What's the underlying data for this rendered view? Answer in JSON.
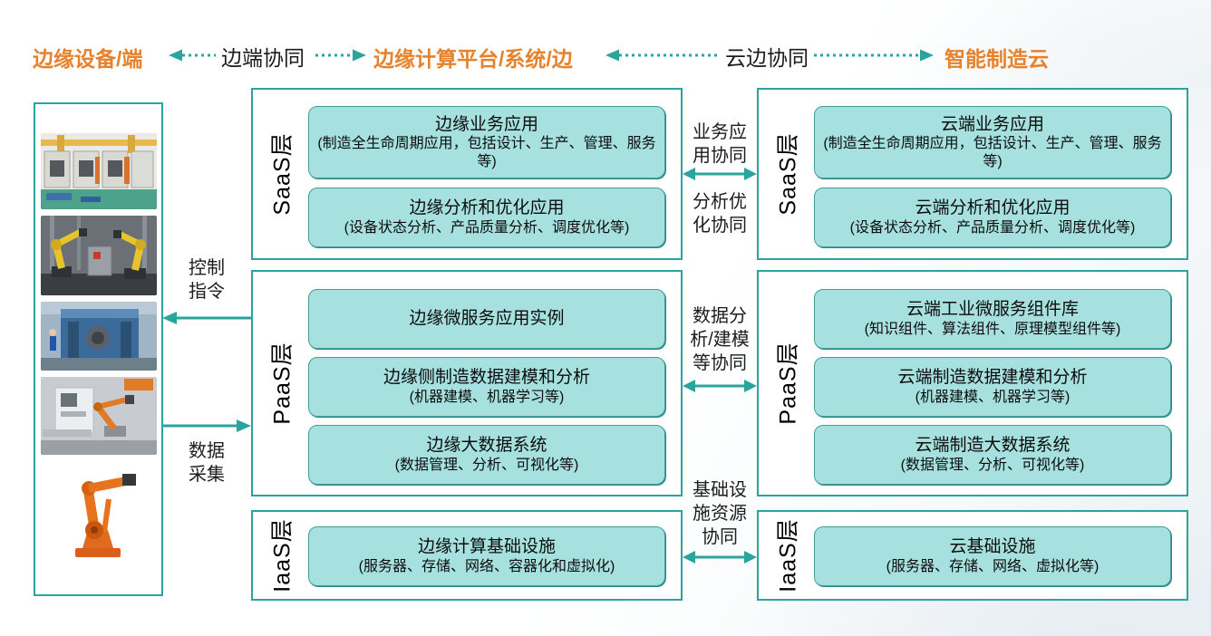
{
  "palette": {
    "teal": "#2ba49e",
    "box_fill": "#a6e1e0",
    "box_border": "#3f9e99",
    "orange": "#e7822c",
    "text": "#1c1c1c"
  },
  "header": {
    "device_title": "边缘设备/端",
    "edge_synergy_label": "边端协同",
    "platform_title": "边缘计算平台/系统/边",
    "cloud_synergy_label": "云边协同",
    "cloud_title": "智能制造云"
  },
  "device_panel": {
    "photos": [
      "press-line",
      "yellow-robots",
      "blue-press",
      "machining-cell",
      "orange-robot"
    ]
  },
  "device_link": {
    "control_label": "控制指令",
    "collect_label": "数据采集"
  },
  "cloud_link": {
    "labels": [
      "业务应用协同",
      "分析优化协同",
      "数据分析/建模等协同",
      "基础设施资源协同"
    ]
  },
  "edge_stack": {
    "sections": [
      {
        "layer": "SaaS层",
        "boxes": [
          {
            "title": "边缘业务应用",
            "subtitle": "(制造全生命周期应用，包括设计、生产、管理、服务等)"
          },
          {
            "title": "边缘分析和优化应用",
            "subtitle": "(设备状态分析、产品质量分析、调度优化等)"
          }
        ]
      },
      {
        "layer": "PaaS层",
        "boxes": [
          {
            "title": "边缘微服务应用实例",
            "subtitle": ""
          },
          {
            "title": "边缘侧制造数据建模和分析",
            "subtitle": "(机器建模、机器学习等)"
          },
          {
            "title": "边缘大数据系统",
            "subtitle": "(数据管理、分析、可视化等)"
          }
        ]
      },
      {
        "layer": "IaaS层",
        "boxes": [
          {
            "title": "边缘计算基础设施",
            "subtitle": "(服务器、存储、网络、容器化和虚拟化)"
          }
        ]
      }
    ]
  },
  "cloud_stack": {
    "sections": [
      {
        "layer": "SaaS层",
        "boxes": [
          {
            "title": "云端业务应用",
            "subtitle": "(制造全生命周期应用，包括设计、生产、管理、服务等)"
          },
          {
            "title": "云端分析和优化应用",
            "subtitle": "(设备状态分析、产品质量分析、调度优化等)"
          }
        ]
      },
      {
        "layer": "PaaS层",
        "boxes": [
          {
            "title": "云端工业微服务组件库",
            "subtitle": "(知识组件、算法组件、原理模型组件等)"
          },
          {
            "title": "云端制造数据建模和分析",
            "subtitle": "(机器建模、机器学习等)"
          },
          {
            "title": "云端制造大数据系统",
            "subtitle": "(数据管理、分析、可视化等)"
          }
        ]
      },
      {
        "layer": "IaaS层",
        "boxes": [
          {
            "title": "云基础设施",
            "subtitle": "(服务器、存储、网络、虚拟化等)"
          }
        ]
      }
    ]
  }
}
